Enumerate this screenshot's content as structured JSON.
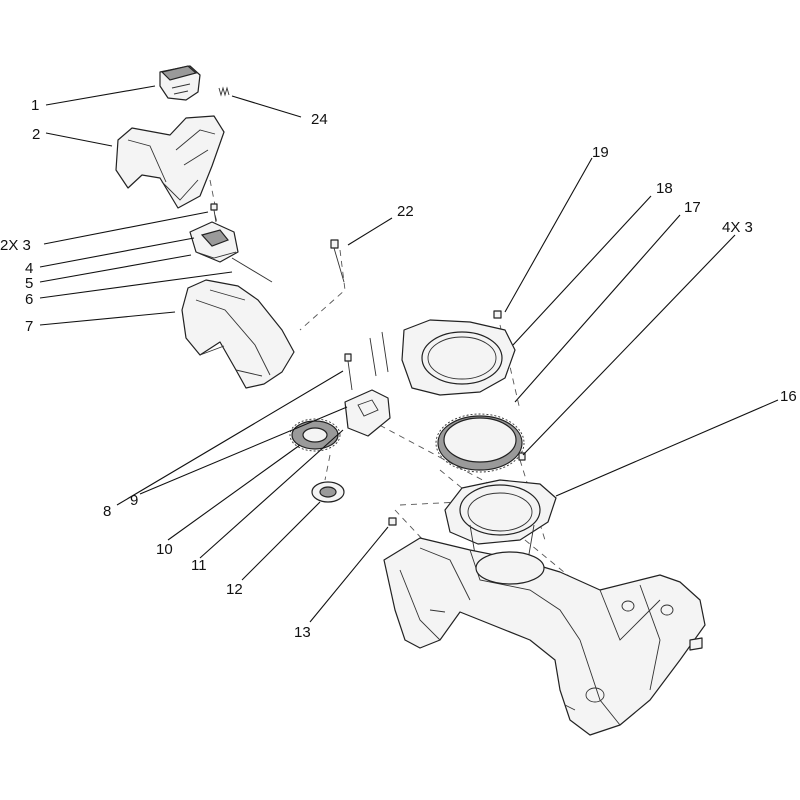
{
  "callouts": {
    "c1": "1",
    "c24": "24",
    "c2": "2",
    "c2x3": "2X 3",
    "c4": "4",
    "c5": "5",
    "c6": "6",
    "c7": "7",
    "c22": "22",
    "c19": "19",
    "c18": "18",
    "c17": "17",
    "c4x3": "4X 3",
    "c16": "16",
    "c8": "8",
    "c9": "9",
    "c10": "10",
    "c11": "11",
    "c12": "12",
    "c13": "13"
  }
}
